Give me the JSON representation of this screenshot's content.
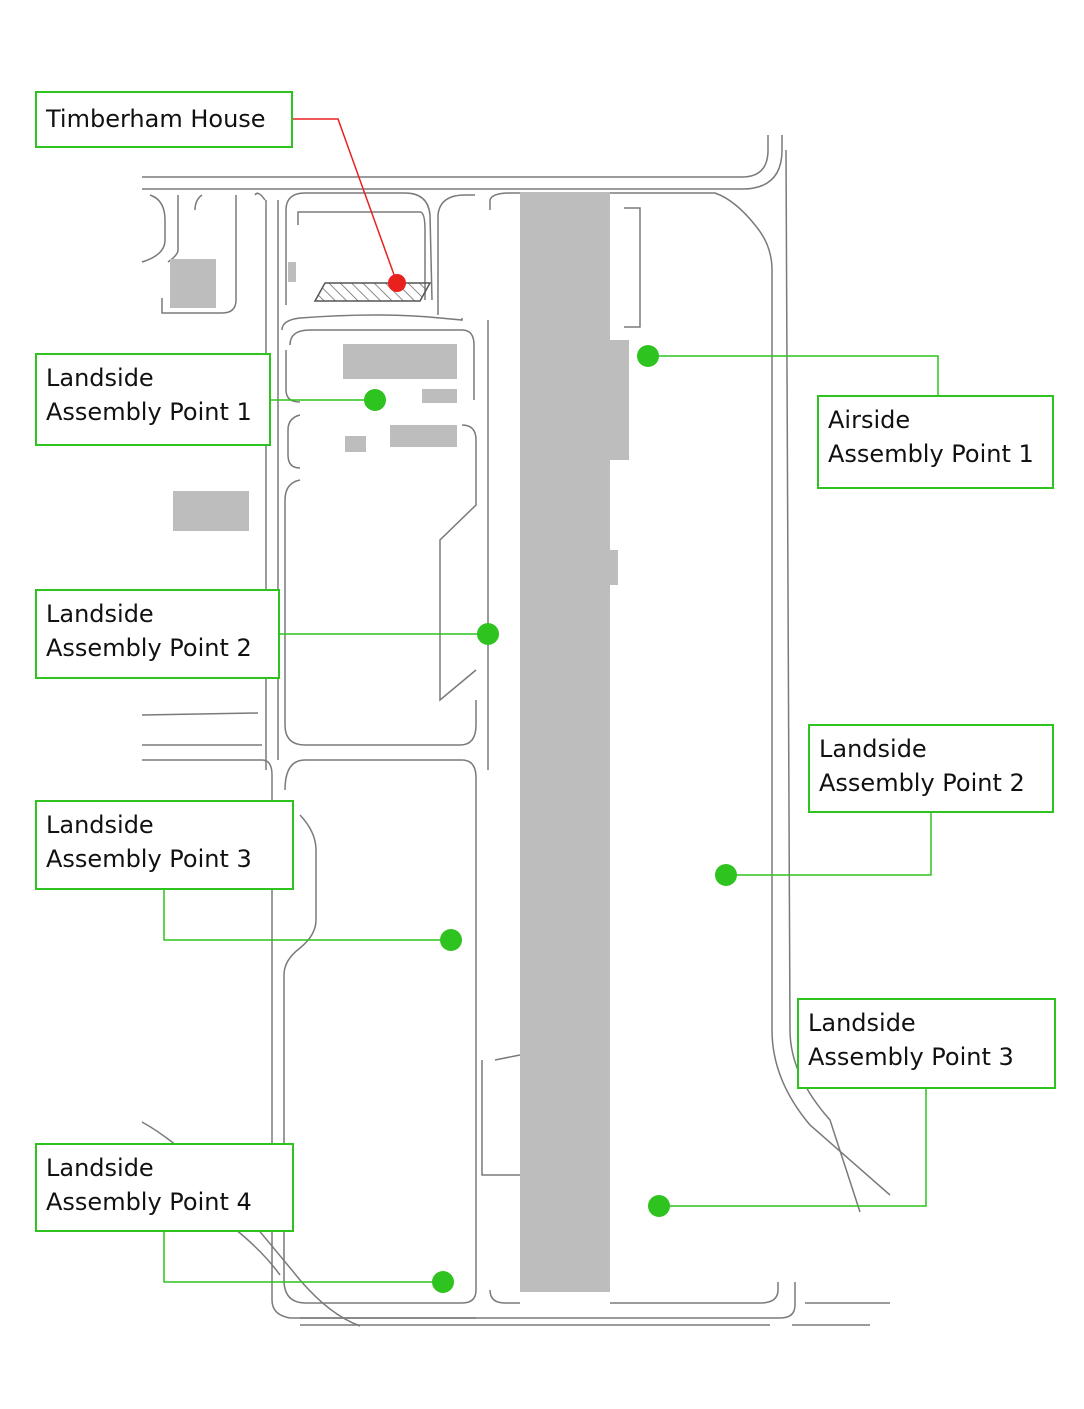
{
  "colors": {
    "assembly_point": "#2fc31f",
    "timberham_house": "#e8211e",
    "building": "#bdbdbd",
    "road": "#7a7a7a"
  },
  "labels": {
    "timberham_house": {
      "lines": [
        "Timberham House"
      ]
    },
    "landside_1": {
      "line1": "Landside",
      "line2": "Assembly Point 1"
    },
    "landside_2_west": {
      "line1": "Landside",
      "line2": "Assembly Point 2"
    },
    "landside_3_west": {
      "line1": "Landside",
      "line2": "Assembly Point 3"
    },
    "landside_4": {
      "line1": "Landside",
      "line2": "Assembly Point 4"
    },
    "airside_1": {
      "line1": "Airside",
      "line2": "Assembly Point 1"
    },
    "landside_2_east": {
      "line1": "Landside",
      "line2": "Assembly Point 2"
    },
    "landside_3_east": {
      "line1": "Landside",
      "line2": "Assembly Point 3"
    }
  }
}
